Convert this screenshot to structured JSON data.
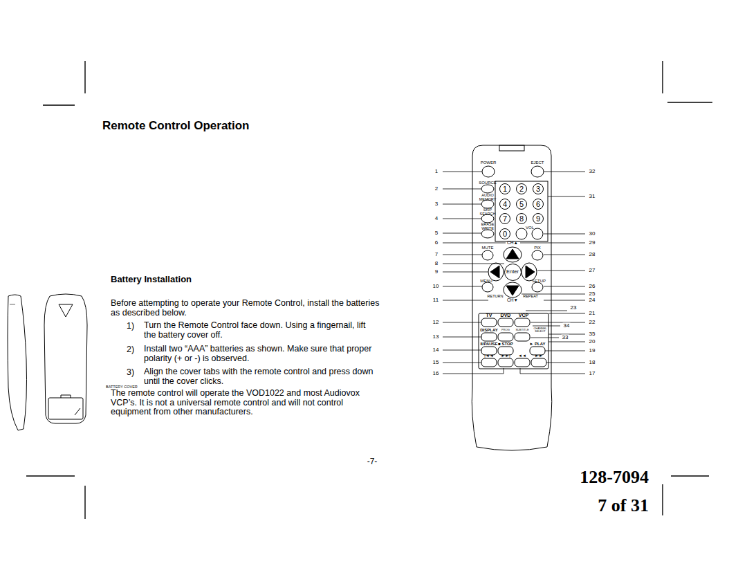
{
  "diagram": {
    "title": "Remote Control Operation",
    "nodes": [
      {
        "text": [
          "1"
        ]
      },
      {
        "text": [
          "2"
        ]
      },
      {
        "text": [
          "3"
        ]
      },
      {
        "text": [
          "4"
        ]
      },
      {
        "text": [
          "5"
        ]
      },
      {
        "text": [
          "6"
        ]
      },
      {
        "text": [
          "7"
        ]
      },
      {
        "text": [
          "8"
        ]
      },
      {
        "text": [
          "9"
        ]
      },
      {
        "text": [
          "0"
        ]
      },
      {
        "text": [
          "Enter"
        ]
      }
    ],
    "labels": [
      "Battery Installation",
      "Before attempting to operate your Remote Control, install the batteries as described below.",
      "1)",
      "Turn the Remote Control face down. Using a fingernail, lift the battery cover off.",
      "2)",
      "Install two “AAA” batteries as shown. Make sure that proper polarity (+ or -) is observed.",
      "3)",
      "Align the cover tabs with the remote control and press down until the cover clicks.",
      "The remote control will operate the VOD1022 and most Audiovox VCP’s. It is not a universal remote control and will not control equipment from other manufacturers.",
      "BATTERY COVER",
      "-7-",
      "128-7094",
      "7 of 31",
      "POWER",
      "EJECT",
      "SOURCE",
      "AUDIO MEMORY",
      "SKIP SEARCH",
      "ERASE WRITE",
      "VOL",
      "CH▲",
      "MUTE",
      "PIX",
      "MENU",
      "SETUP",
      "RETURN",
      "REPEAT",
      "CH▼",
      "TV",
      "DVD",
      "VCP",
      "DISPLAY",
      "PROG",
      "SUBTITLE",
      "CHANNEL SELECT",
      "II/PAUSE",
      "■ STOP",
      "► PLAY",
      "|◄◄",
      "►►|",
      "◄◄",
      "►►",
      "1",
      "2",
      "3",
      "4",
      "5",
      "6",
      "7",
      "8",
      "9",
      "10",
      "11",
      "12",
      "13",
      "14",
      "15",
      "16",
      "17",
      "18",
      "19",
      "20",
      "21",
      "22",
      "23",
      "24",
      "25",
      "26",
      "27",
      "28",
      "29",
      "30",
      "31",
      "32",
      "33",
      "34",
      "35"
    ]
  }
}
